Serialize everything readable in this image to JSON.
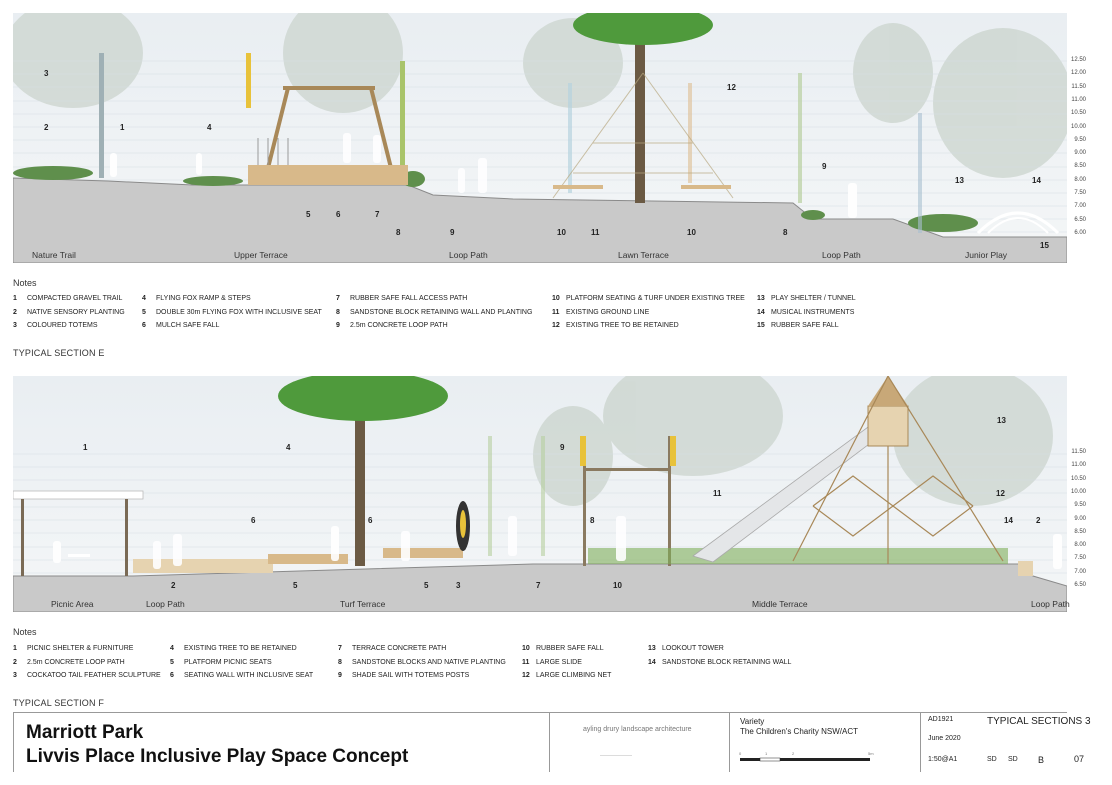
{
  "sections": [
    {
      "scale_labels": [
        "12.50",
        "12.00",
        "11.50",
        "11.00",
        "10.50",
        "10.00",
        "9.50",
        "9.00",
        "8.50",
        "8.00",
        "7.50",
        "7.00",
        "6.50",
        "6.00"
      ],
      "zones": [
        "Nature Trail",
        "Upper Terrace",
        "Loop Path",
        "Lawn Terrace",
        "Loop Path",
        "Junior Play"
      ],
      "callouts": [
        "3",
        "2",
        "1",
        "4",
        "12",
        "9",
        "13",
        "14",
        "5",
        "6",
        "7",
        "8",
        "9",
        "10",
        "11",
        "10",
        "8",
        "15"
      ],
      "notes_heading": "Notes",
      "notes": [
        {
          "num": "1",
          "text": "COMPACTED GRAVEL TRAIL"
        },
        {
          "num": "2",
          "text": "NATIVE SENSORY PLANTING"
        },
        {
          "num": "3",
          "text": "COLOURED TOTEMS"
        },
        {
          "num": "4",
          "text": "FLYING FOX RAMP & STEPS"
        },
        {
          "num": "5",
          "text": "DOUBLE 30m FLYING FOX WITH INCLUSIVE SEAT"
        },
        {
          "num": "6",
          "text": "MULCH SAFE FALL"
        },
        {
          "num": "7",
          "text": "RUBBER SAFE FALL ACCESS PATH"
        },
        {
          "num": "8",
          "text": "SANDSTONE BLOCK RETAINING WALL AND PLANTING"
        },
        {
          "num": "9",
          "text": "2.5m CONCRETE LOOP PATH"
        },
        {
          "num": "10",
          "text": "PLATFORM SEATING & TURF UNDER EXISTING TREE"
        },
        {
          "num": "11",
          "text": "EXISTING GROUND LINE"
        },
        {
          "num": "12",
          "text": "EXISTING TREE TO BE RETAINED"
        },
        {
          "num": "13",
          "text": "PLAY SHELTER / TUNNEL"
        },
        {
          "num": "14",
          "text": "MUSICAL INSTRUMENTS"
        },
        {
          "num": "15",
          "text": "RUBBER SAFE FALL"
        }
      ],
      "title": "TYPICAL SECTION E"
    },
    {
      "scale_labels": [
        "11.50",
        "11.00",
        "10.50",
        "10.00",
        "9.50",
        "9.00",
        "8.50",
        "8.00",
        "7.50",
        "7.00",
        "6.50"
      ],
      "zones": [
        "Picnic Area",
        "Loop Path",
        "Turf Terrace",
        "Middle Terrace",
        "Loop Path"
      ],
      "callouts": [
        "1",
        "4",
        "9",
        "13",
        "6",
        "6",
        "11",
        "8",
        "12",
        "14",
        "2",
        "2",
        "5",
        "5",
        "3",
        "7",
        "10"
      ],
      "notes_heading": "Notes",
      "notes": [
        {
          "num": "1",
          "text": "PICNIC SHELTER & FURNITURE"
        },
        {
          "num": "2",
          "text": "2.5m CONCRETE LOOP PATH"
        },
        {
          "num": "3",
          "text": "COCKATOO TAIL FEATHER SCULPTURE"
        },
        {
          "num": "4",
          "text": "EXISTING TREE TO BE RETAINED"
        },
        {
          "num": "5",
          "text": "PLATFORM PICNIC SEATS"
        },
        {
          "num": "6",
          "text": "SEATING WALL WITH INCLUSIVE SEAT"
        },
        {
          "num": "7",
          "text": "TERRACE CONCRETE PATH"
        },
        {
          "num": "8",
          "text": "SANDSTONE BLOCKS AND NATIVE PLANTING"
        },
        {
          "num": "9",
          "text": "SHADE SAIL WITH TOTEMS POSTS"
        },
        {
          "num": "10",
          "text": "RUBBER SAFE FALL"
        },
        {
          "num": "11",
          "text": "LARGE SLIDE"
        },
        {
          "num": "12",
          "text": "LARGE CLIMBING NET"
        },
        {
          "num": "13",
          "text": "LOOKOUT TOWER"
        },
        {
          "num": "14",
          "text": "SANDSTONE BLOCK RETAINING WALL"
        }
      ],
      "title": "TYPICAL SECTION F"
    }
  ],
  "title_block": {
    "title_line1": "Marriott Park",
    "title_line2": "Livvis Place Inclusive Play Space Concept",
    "firm": "ayling drury landscape architecture",
    "client_line1": "Variety",
    "client_line2": "The Children's Charity NSW/ACT",
    "scale_bar": [
      "0",
      "1",
      "2",
      "5m"
    ],
    "project_no": "AD1921",
    "date": "June 2020",
    "scale": "1:50@A1",
    "drawn": "SD",
    "checked": "SD",
    "rev": "B",
    "drawing_title": "TYPICAL SECTIONS 3",
    "drawing_no": "07"
  },
  "colors": {
    "ground": "#c9c9c9",
    "ground_edge": "#8a8a8a",
    "sky": "#e9eef2",
    "tree": "#4f9a3c",
    "timber": "#d8b98a",
    "totem_yellow": "#e8c23a",
    "totem_green": "#a9c46a"
  }
}
